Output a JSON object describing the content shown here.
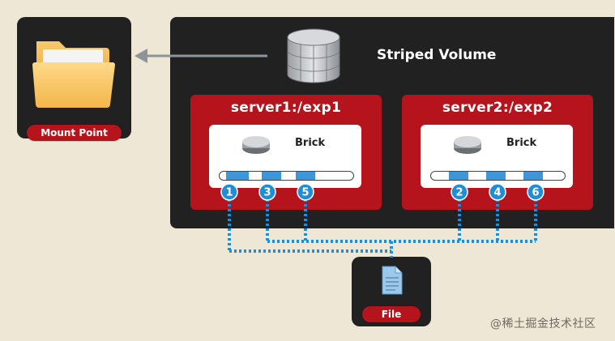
{
  "mount": {
    "label": "Mount Point",
    "icon": "folder-icon"
  },
  "volume": {
    "title": "Striped Volume",
    "icon": "database-cylinder-icon"
  },
  "servers": [
    {
      "title": "server1:/exp1",
      "brick_label": "Brick",
      "chunks": [
        "1",
        "3",
        "5"
      ]
    },
    {
      "title": "server2:/exp2",
      "brick_label": "Brick",
      "chunks": [
        "2",
        "4",
        "6"
      ]
    }
  ],
  "file": {
    "label": "File",
    "icon": "document-icon"
  },
  "watermark": "@稀土掘金技术社区",
  "colors": {
    "background": "#efe7d6",
    "panel": "#212121",
    "accent_red": "#b5141c",
    "stripe_blue": "#3d96d9",
    "dotted_link": "#1e8fd6",
    "arrow": "#8d949a"
  }
}
